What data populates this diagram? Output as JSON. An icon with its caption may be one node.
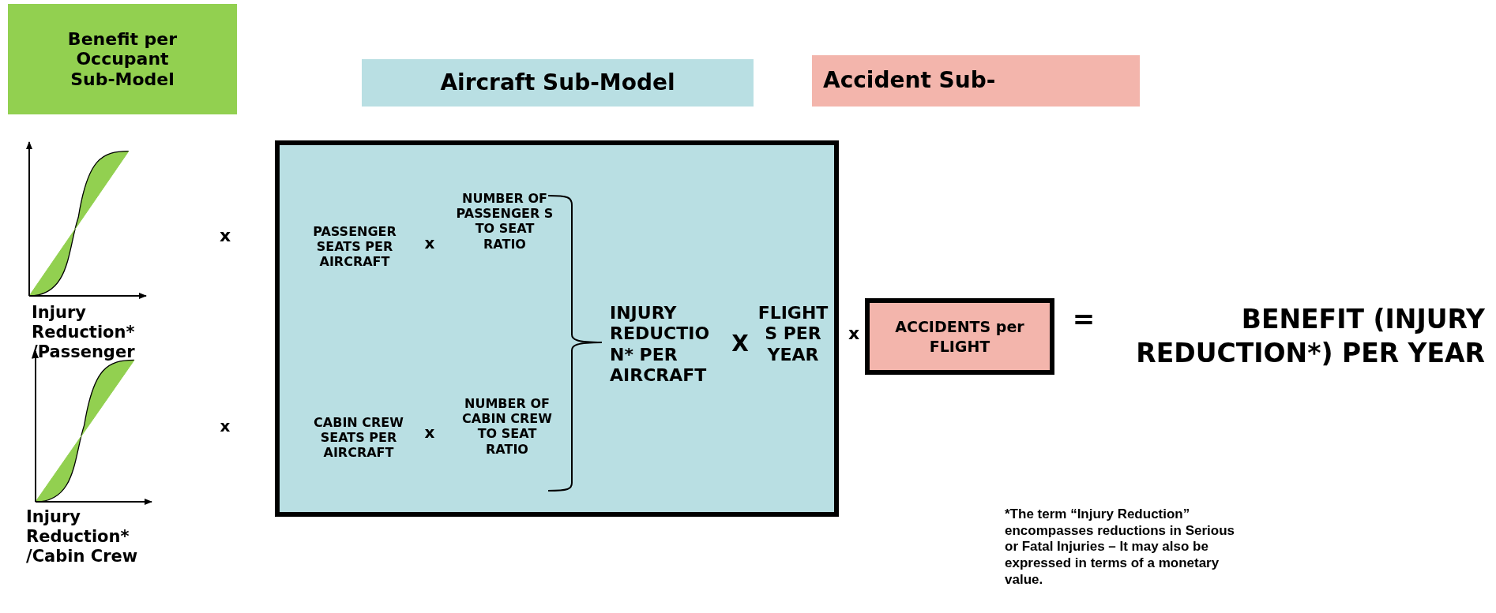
{
  "diagram": {
    "nodes": [
      {
        "text": [
          "Benefit per Occupant Sub-Model"
        ]
      },
      {
        "text": [
          "Aircraft Sub-Model"
        ]
      },
      {
        "text": [
          "Accident Sub-"
        ]
      },
      {
        "text": [
          "PASSENGER SEATS PER AIRCRAFT",
          "x",
          "NUMBER OF PASSENGER S TO SEAT RATIO",
          "CABIN CREW SEATS PER AIRCRAFT",
          "x",
          "NUMBER OF CABIN CREW TO SEAT RATIO",
          "INJURY REDUCTIO N* PER AIRCRAFT",
          "X",
          "FLIGHT S PER YEAR"
        ]
      },
      {
        "text": [
          "ACCIDENTS per FLIGHT"
        ]
      }
    ],
    "labels": [
      "x",
      "Injury Reduction* /Passenger",
      "x",
      "Injury Reduction* /Cabin Crew",
      "x",
      "=",
      "BENEFIT (INJURY REDUCTION*) PER YEAR",
      "*The term “Injury Reduction” encompasses reductions in Serious or Fatal Injuries – It may also be expressed in terms of a monetary value."
    ]
  }
}
